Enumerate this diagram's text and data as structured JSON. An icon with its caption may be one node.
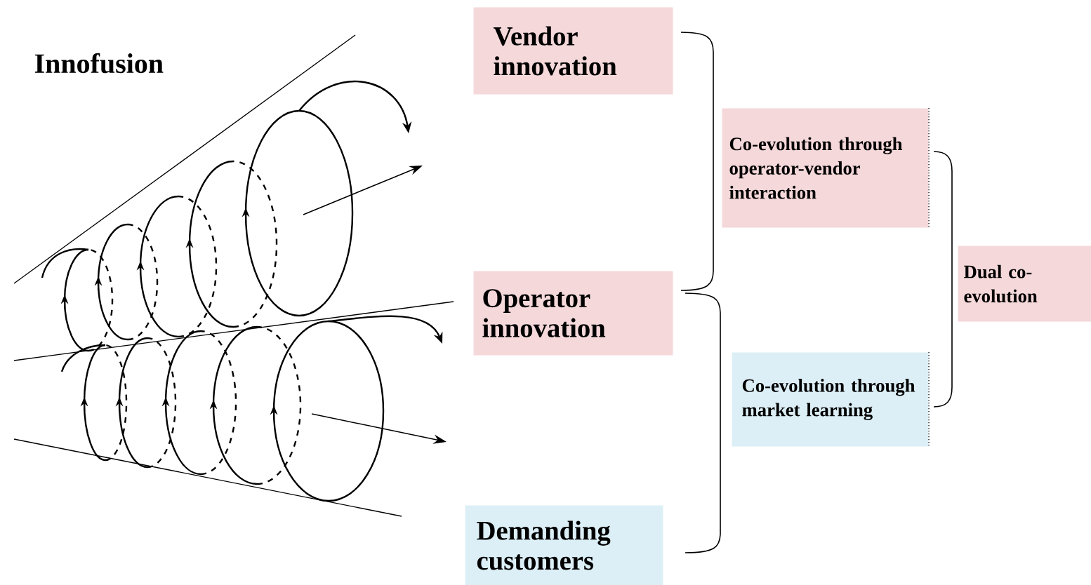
{
  "diagram": {
    "title": "Innofusion",
    "nodes": [
      {
        "text": [
          "Vendor innovation"
        ]
      },
      {
        "text": [
          "Operator innovation"
        ]
      },
      {
        "text": [
          "Demanding customers"
        ]
      },
      {
        "text": [
          "Co-evolution through operator-vendor interaction"
        ]
      },
      {
        "text": [
          "Co-evolution through market learning"
        ]
      },
      {
        "text": [
          "Dual co-evolution"
        ]
      }
    ]
  }
}
